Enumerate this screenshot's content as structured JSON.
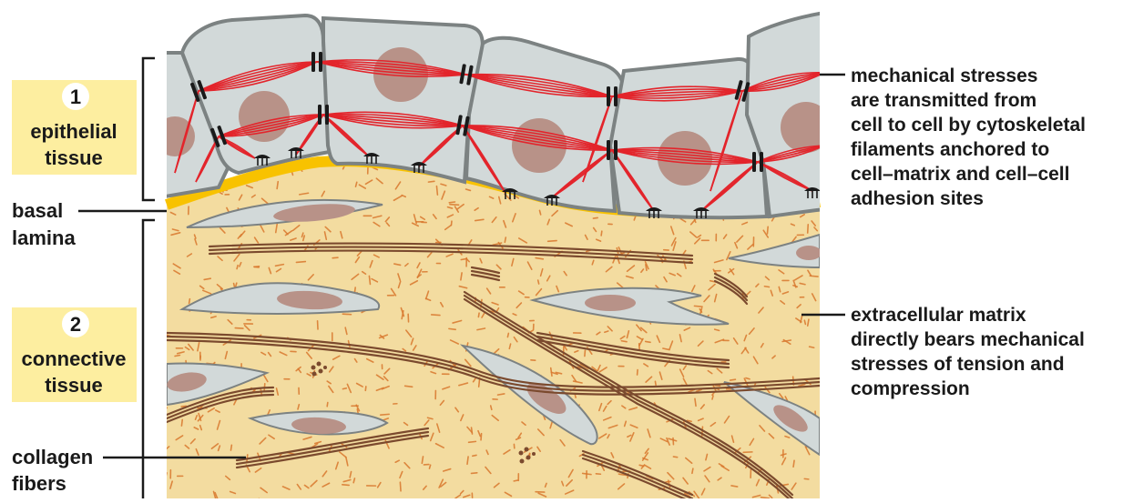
{
  "labels": {
    "tissue_1": {
      "number": "1",
      "line1": "epithelial",
      "line2": "tissue"
    },
    "tissue_2": {
      "number": "2",
      "line1": "connective",
      "line2": "tissue"
    },
    "basal_lamina": {
      "line1": "basal",
      "line2": "lamina"
    },
    "collagen_fibers": {
      "line1": "collagen",
      "line2": "fibers"
    },
    "mechanical_stresses": {
      "lines": [
        "mechanical stresses",
        "are transmitted from",
        "cell to cell by cytoskeletal",
        "filaments anchored to",
        "cell–matrix and cell–cell",
        "adhesion sites"
      ]
    },
    "extracellular_matrix": {
      "lines": [
        "extracellular matrix",
        "directly bears mechanical",
        "stresses of tension and",
        "compression"
      ]
    }
  },
  "colors": {
    "label_box": "#fdeea0",
    "badge": "#ffffff",
    "cell_fill": "#d2d9d9",
    "cell_outline": "#7c8282",
    "nucleus": "#b89288",
    "filament": "#e3242b",
    "junction": "#1a1a1a",
    "basal_lamina": "#f8c200",
    "matrix_fill": "#f3dca0",
    "matrix_fiber": "#d9782e",
    "collagen": "#7b4a2e",
    "text": "#1a1a1a"
  }
}
